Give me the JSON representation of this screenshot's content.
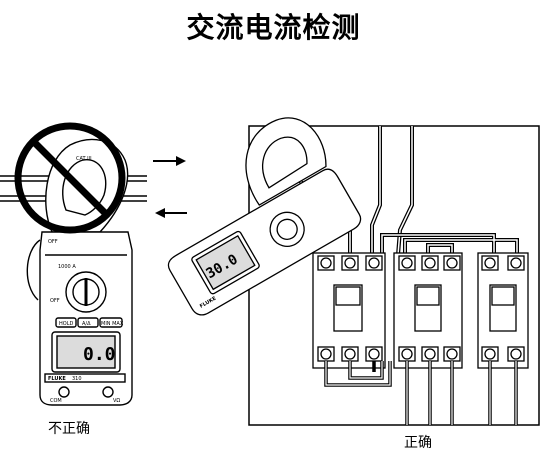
{
  "title": "交流电流检测",
  "captions": {
    "incorrect": "不正确",
    "correct": "正确"
  },
  "meter_left": {
    "brand": "FLUKE",
    "model": "310",
    "range_label": "1000 A",
    "cat_label": "CAT III",
    "off_label": "OFF",
    "display_value": "0.0",
    "button_labels": [
      "HOLD",
      "A/Δ",
      "MIN MAX"
    ],
    "terminal_labels": [
      "COM",
      "VΩ"
    ]
  },
  "meter_right": {
    "brand": "FLUKE",
    "display_value": "30.0"
  },
  "icons": {
    "prohibit": "prohibit-sign-icon",
    "arrow_right": "arrow-right-icon",
    "arrow_left": "arrow-left-icon",
    "current_arrow": "arrow-down-icon"
  },
  "colors": {
    "line": "#000000",
    "background": "#ffffff",
    "lcd": "#dcdcdc"
  }
}
